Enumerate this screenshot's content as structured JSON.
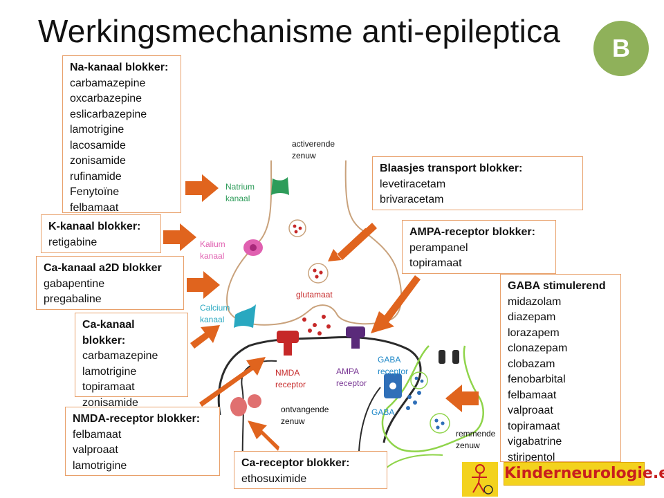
{
  "title": "Werkingsmechanisme anti-epileptica",
  "badge": "B",
  "boxes": {
    "na": {
      "head": "Na-kanaal blokker:",
      "items": [
        "carbamazepine",
        "oxcarbazepine",
        "eslicarbazepine",
        "lamotrigine",
        "lacosamide",
        "zonisamide",
        "rufinamide",
        "Fenytoïne",
        "felbamaat"
      ]
    },
    "k": {
      "head": "K-kanaal blokker:",
      "items": [
        "retigabine"
      ]
    },
    "ca2d": {
      "head": "Ca-kanaal a2D blokker",
      "items": [
        "gabapentine",
        "pregabaline"
      ]
    },
    "ca": {
      "head": "Ca-kanaal blokker:",
      "items": [
        "carbamazepine",
        "lamotrigine",
        "topiramaat",
        "zonisamide"
      ]
    },
    "nmda": {
      "head": "NMDA-receptor blokker:",
      "items": [
        "felbamaat",
        "valproaat",
        "lamotrigine"
      ]
    },
    "careceptor": {
      "head": "Ca-receptor blokker:",
      "items": [
        "ethosuximide"
      ]
    },
    "blaasjes": {
      "head": "Blaasjes transport blokker:",
      "items": [
        "levetiracetam",
        "brivaracetam"
      ]
    },
    "ampa": {
      "head": "AMPA-receptor blokker:",
      "items": [
        "perampanel",
        "topiramaat"
      ]
    },
    "gaba": {
      "head": "GABA stimulerend",
      "items": [
        "midazolam",
        "diazepam",
        "lorazapem",
        "clonazepam",
        "clobazam",
        "fenobarbital",
        "felbamaat",
        "valproaat",
        "topiramaat",
        "vigabatrine",
        "stiripentol"
      ]
    }
  },
  "labels": {
    "activerende": "activerende\nzenuw",
    "natrium": "Natrium\nkanaal",
    "kalium": "Kalium\nkanaal",
    "calcium": "Calcium\nkanaal",
    "glutamaat": "glutamaat",
    "nmda_rec": "NMDA\nreceptor",
    "ampa_rec": "AMPA\nreceptor",
    "gaba_rec": "GABA\nreceptor",
    "gaba": "GABA",
    "ontvangende": "ontvangende\nzenuw",
    "remmende": "remmende\nzenuw"
  },
  "logo": "Kinderneurologie.eu",
  "colors": {
    "arrow": "#e0641e",
    "box_border": "#e8a06a",
    "badge": "#8fb15a",
    "natrium": "#2e9c5a",
    "kalium": "#e060b0",
    "calcium": "#29a8c0",
    "glutamaat": "#c62828",
    "nmda": "#c62828",
    "ampa": "#7b3a96",
    "gaba": "#2f6fb8",
    "gaba_label": "#1e88c8"
  }
}
